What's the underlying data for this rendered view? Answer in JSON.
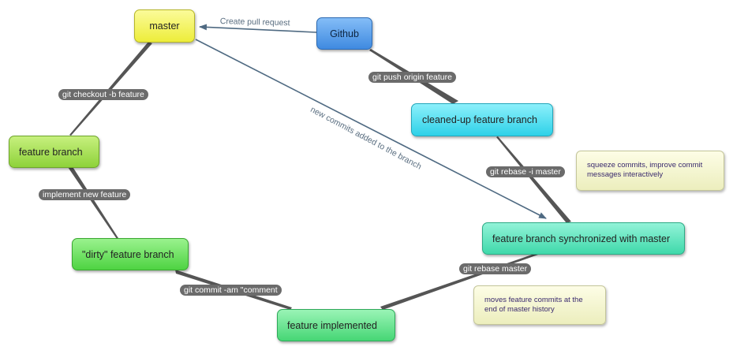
{
  "nodes": {
    "master": "master",
    "github": "Github",
    "cleaned": "cleaned-up feature branch",
    "feature": "feature branch",
    "dirty": "\"dirty\" feature branch",
    "sync": "feature branch synchronized with master",
    "implemented": "feature implemented"
  },
  "edge_labels": {
    "checkout": "git checkout -b feature",
    "implement": "implement new feature",
    "commit": "git commit -am \"comment",
    "rebase_master": "git rebase master",
    "rebase_i": "git rebase -i master",
    "push": "git push origin feature"
  },
  "arrow_labels": {
    "pull_request": "Create pull request",
    "new_commits": "new commits added to the branch"
  },
  "notes": {
    "squeeze": "squeeze commits, improve commit messages interactively",
    "moves": "moves feature commits at the end of master history"
  },
  "colors": {
    "connector": "#555555",
    "arrow": "#4f6a82"
  }
}
